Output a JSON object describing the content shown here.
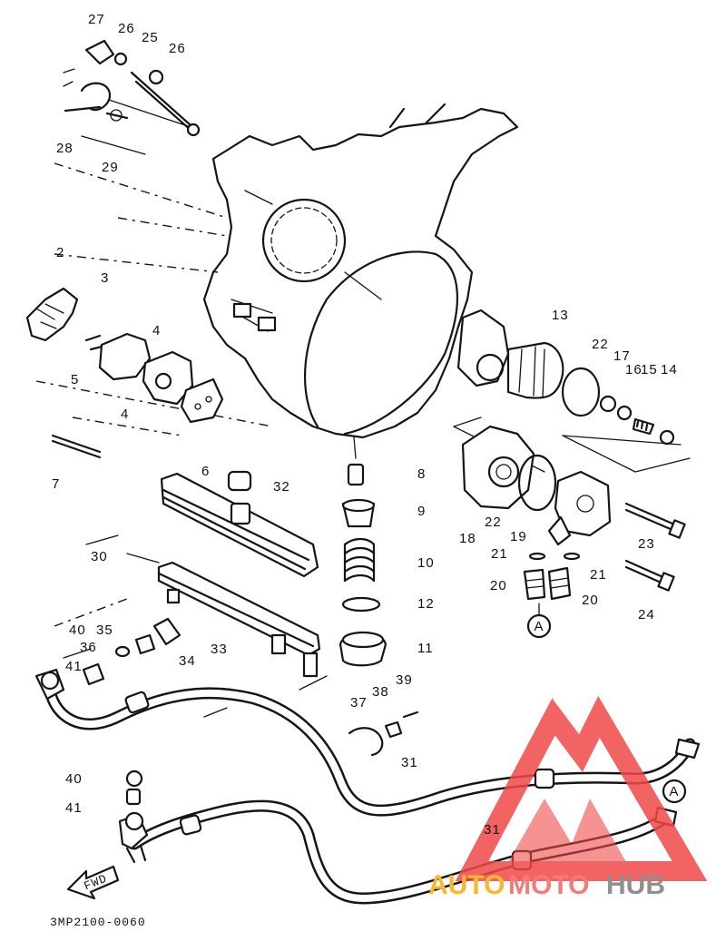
{
  "diagram": {
    "reference_code": "3MP2100-0060",
    "direction_arrow_label": "FWD",
    "connection_marker": "A",
    "watermark": {
      "text_auto": "AUTO",
      "text_moto": "MOTO",
      "text_hub": "HUB",
      "colors": {
        "auto": "#f7b733",
        "moto": "#f47a7a",
        "hub": "#9a9a9a",
        "logo": "#f04848"
      }
    },
    "part_numbers": [
      "2",
      "3",
      "4",
      "4",
      "5",
      "6",
      "7",
      "8",
      "9",
      "10",
      "11",
      "12",
      "13",
      "14",
      "15",
      "16",
      "17",
      "18",
      "19",
      "20",
      "20",
      "21",
      "21",
      "22",
      "22",
      "23",
      "24",
      "25",
      "26",
      "26",
      "27",
      "28",
      "29",
      "30",
      "31",
      "32",
      "33",
      "33",
      "34",
      "35",
      "36",
      "37",
      "38",
      "39",
      "40",
      "40",
      "41",
      "41"
    ]
  }
}
